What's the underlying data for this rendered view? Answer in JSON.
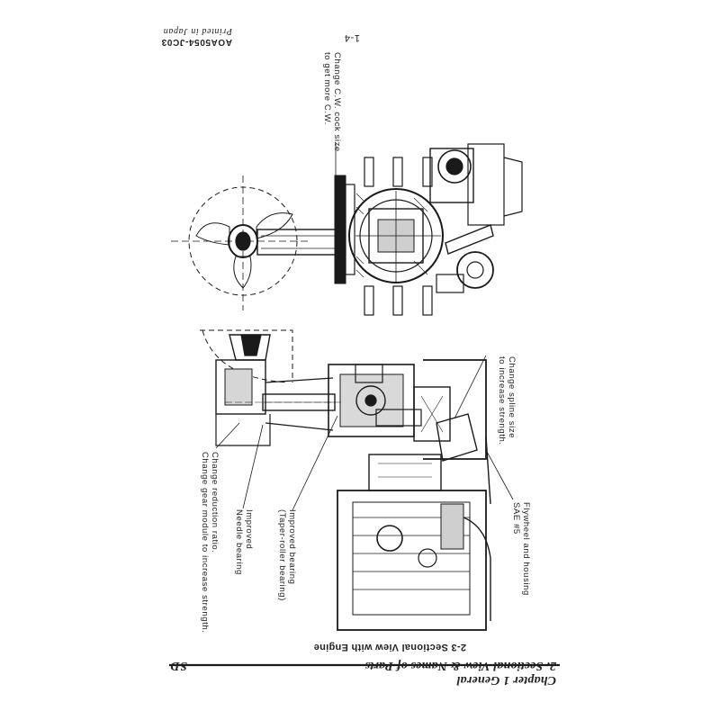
{
  "header": {
    "printed": "Printed in Japan",
    "doc_code": "AOA5054-JC03",
    "page_number": "1-4"
  },
  "footer": {
    "chapter": "Chapter 1 General",
    "section": "2. Sectional View & Names of Parts",
    "model": "SD"
  },
  "figure": {
    "title": "2-3 Sectional View with Engine",
    "annotations": {
      "cw_cock": [
        "Change C.W. cock size",
        "to get more C.W."
      ],
      "spline": [
        "Change spline size",
        "to increase strength."
      ],
      "flywheel": [
        "Flywheel and housing",
        "SAE #5"
      ],
      "bearing": [
        "Improved bearing",
        "(Taper-roller bearing)"
      ],
      "needle": [
        "Improved",
        "Needle bearing"
      ],
      "reduction": [
        "Change reduction ratio.",
        "Change gear module to increase strength."
      ]
    }
  }
}
